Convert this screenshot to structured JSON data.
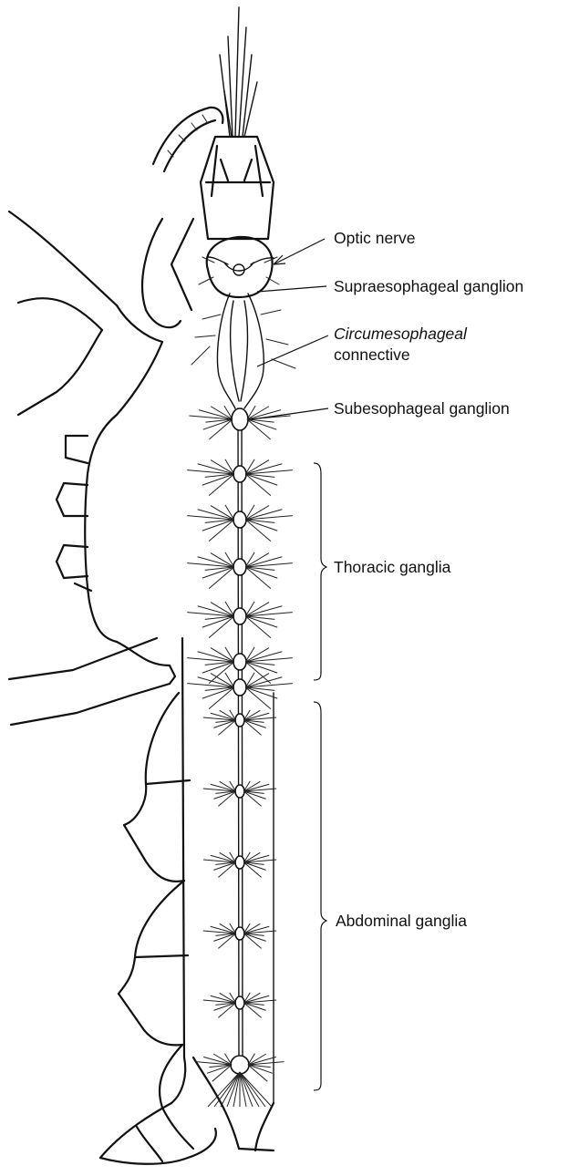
{
  "labels": {
    "optic_nerve": "Optic nerve",
    "supraesophageal": "Supraesophageal ganglion",
    "circum_line1": "Circumesophageal",
    "circum_line2": "connective",
    "subesophageal": "Subesophageal ganglion",
    "thoracic": "Thoracic ganglia",
    "abdominal": "Abdominal ganglia"
  },
  "anatomy": {
    "thoracic_ganglion_count": 6,
    "abdominal_ganglion_count": 6
  },
  "colors": {
    "ink": "#111111",
    "background": "#ffffff"
  }
}
